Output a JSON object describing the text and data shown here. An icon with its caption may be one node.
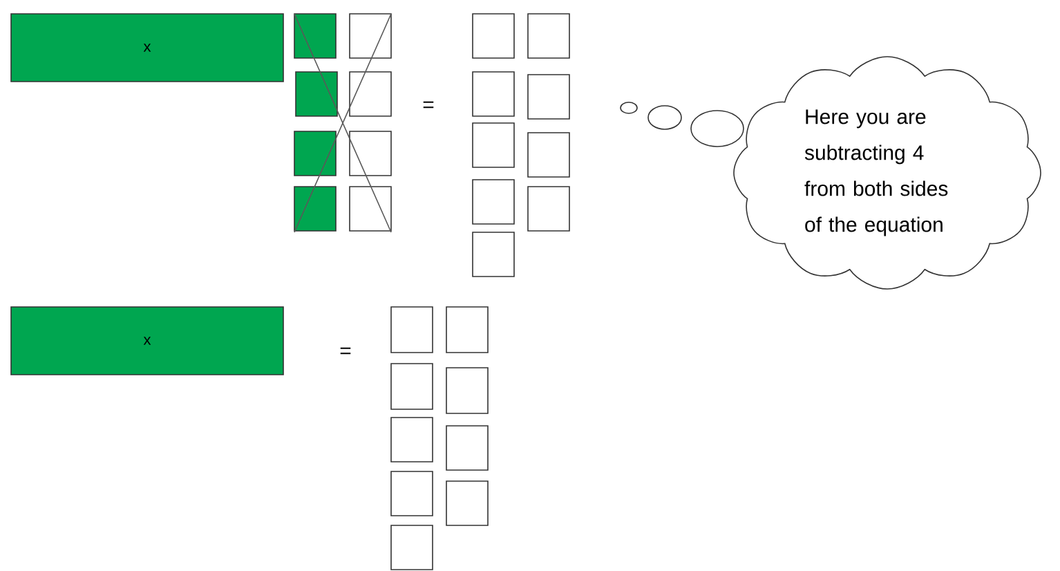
{
  "diagram": {
    "nodes": [
      {
        "text": [
          "x"
        ]
      },
      {
        "text": [],
        "shape": "box"
      },
      {
        "text": [],
        "shape": "box"
      },
      {
        "text": [],
        "shape": "box"
      },
      {
        "text": [],
        "shape": "box"
      },
      {
        "text": [],
        "shape": "box"
      },
      {
        "text": [],
        "shape": "box"
      },
      {
        "text": [],
        "shape": "box"
      },
      {
        "text": [],
        "shape": "box"
      },
      {
        "text": [],
        "shape": "box"
      },
      {
        "text": [],
        "shape": "box"
      },
      {
        "text": [],
        "shape": "box"
      },
      {
        "text": [],
        "shape": "box"
      },
      {
        "text": [],
        "shape": "box"
      },
      {
        "text": [],
        "shape": "box"
      },
      {
        "text": [],
        "shape": "box"
      },
      {
        "text": [],
        "shape": "box"
      },
      {
        "text": [],
        "shape": "box"
      },
      {
        "text": [
          "Here you are subtracting 4 from both sides of the equation"
        ]
      },
      {
        "text": [
          "x"
        ]
      },
      {
        "text": [],
        "shape": "box"
      },
      {
        "text": [],
        "shape": "box"
      },
      {
        "text": [],
        "shape": "box"
      },
      {
        "text": [],
        "shape": "box"
      },
      {
        "text": [],
        "shape": "box"
      },
      {
        "text": [],
        "shape": "box"
      },
      {
        "text": [],
        "shape": "box"
      },
      {
        "text": [],
        "shape": "box"
      },
      {
        "text": [],
        "shape": "box"
      }
    ],
    "labels": [
      "=",
      "="
    ]
  }
}
